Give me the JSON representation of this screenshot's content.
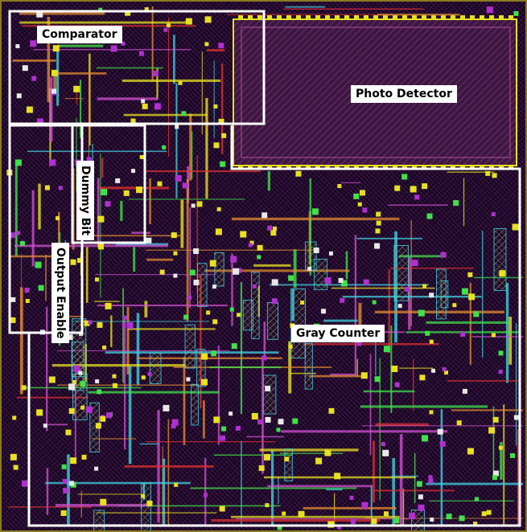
{
  "title": "",
  "blocks": {
    "comparator": "Comparator",
    "photo_detector": "Photo Detector",
    "dummy_bit": "Dummy Bit",
    "output_enable": "Output Enable",
    "gray_counter": "Gray Counter"
  },
  "colors": {
    "background": "#14081e",
    "outline": "#ffffff",
    "photo_detector_fill": "#3a1840",
    "metal_green": "#3fe04a",
    "metal_yellow": "#e8e020",
    "metal_cyan": "#3fd0e0",
    "metal_red": "#e03030",
    "via_magenta": "#b030d0",
    "poly_orange": "#e08a30"
  }
}
